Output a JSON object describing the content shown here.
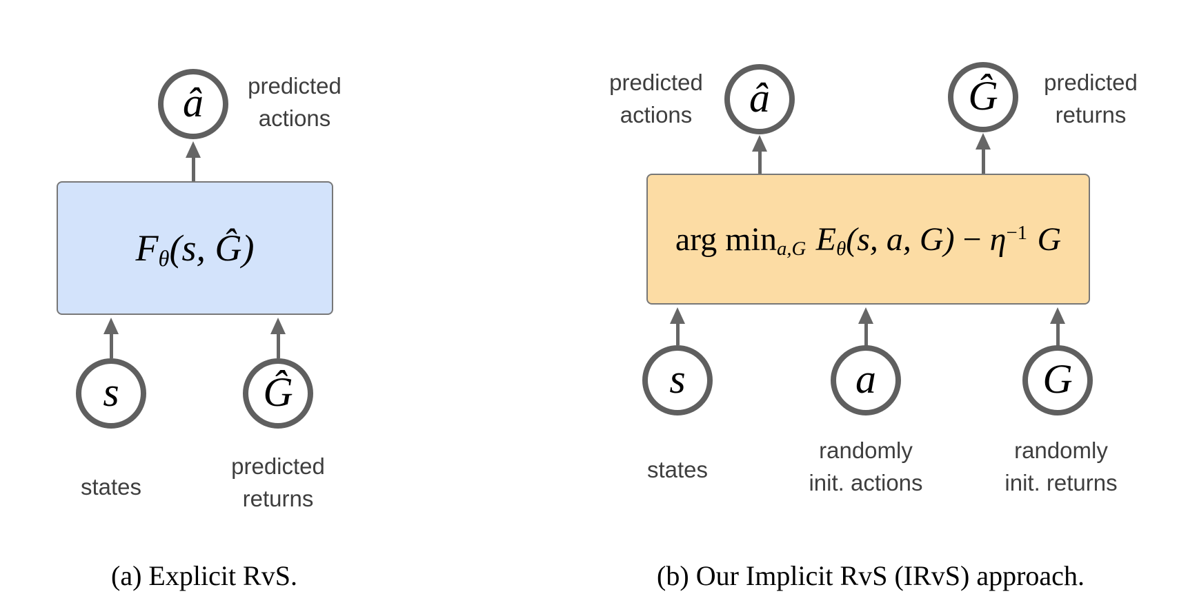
{
  "figure": {
    "left": {
      "top_node": {
        "symbol": "â",
        "label": "predicted\nactions"
      },
      "box_formula": {
        "F": "F",
        "F_sub": "θ",
        "args": "(s, Ĝ)"
      },
      "bottom_nodes": [
        {
          "symbol": "s",
          "label": "states"
        },
        {
          "symbol": "Ĝ",
          "label": "predicted\nreturns"
        }
      ],
      "caption": "(a) Explicit RvS."
    },
    "right": {
      "top_nodes": [
        {
          "symbol": "â",
          "label": "predicted\nactions"
        },
        {
          "symbol": "Ĝ",
          "label": "predicted\nreturns"
        }
      ],
      "box_formula": {
        "argmin": "arg min",
        "argmin_sub": "a,G",
        "E": "E",
        "E_sub": "θ",
        "args": "(s, a, G)",
        "minus": " − ",
        "eta": "η",
        "eta_sup": "−1",
        "G": "G"
      },
      "bottom_nodes": [
        {
          "symbol": "s",
          "label": "states"
        },
        {
          "symbol": "a",
          "label": "randomly\ninit. actions"
        },
        {
          "symbol": "G",
          "label": "randomly\ninit. returns"
        }
      ],
      "caption": "(b) Our Implicit RvS (IRvS) approach."
    }
  },
  "colors": {
    "box_blue": "#d3e3fb",
    "box_orange": "#fcdca4",
    "box_border": "#777777",
    "node_stroke": "#5f5f5f",
    "arrow": "#666666",
    "label_text": "#3e3e3e"
  }
}
